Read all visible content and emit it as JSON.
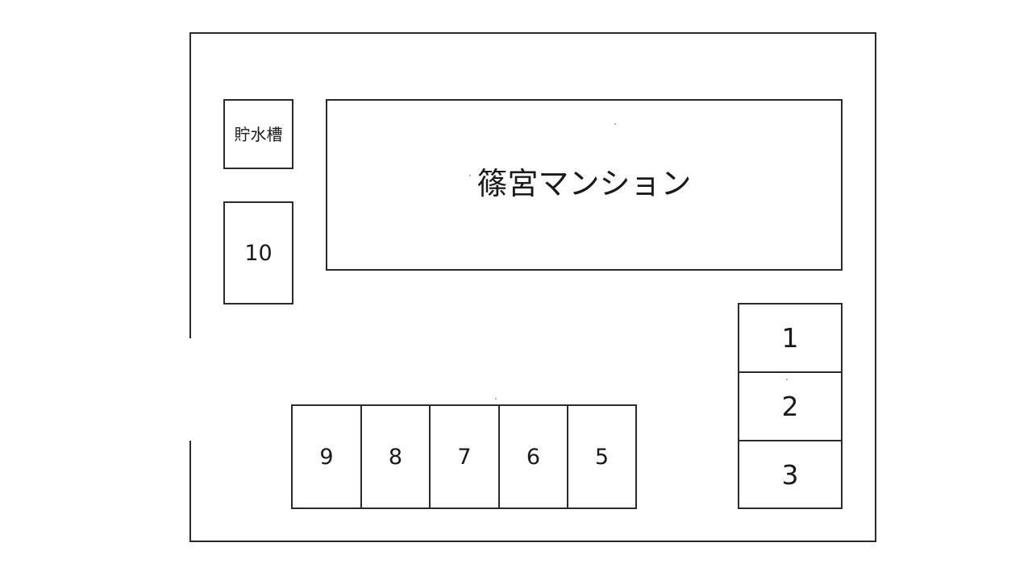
{
  "site_plan": {
    "building": {
      "name": "篠宮マンション"
    },
    "water_tank": {
      "label": "貯水槽"
    },
    "parking_spaces": [
      {
        "number": "1"
      },
      {
        "number": "2"
      },
      {
        "number": "3"
      },
      {
        "number": "5"
      },
      {
        "number": "6"
      },
      {
        "number": "7"
      },
      {
        "number": "8"
      },
      {
        "number": "9"
      },
      {
        "number": "10"
      }
    ]
  },
  "colors": {
    "line": "#2a2a2a",
    "background": "#ffffff"
  }
}
